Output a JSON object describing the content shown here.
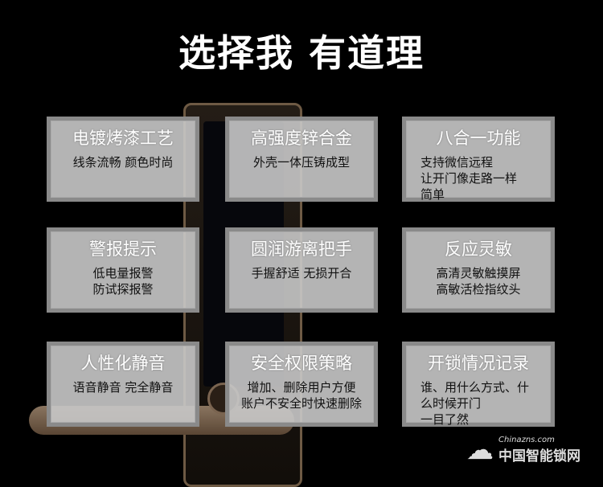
{
  "headline": "选择我 有道理",
  "cards": [
    {
      "title": "电镀烤漆工艺",
      "lines": [
        "线条流畅 颜色时尚"
      ]
    },
    {
      "title": "高强度锌合金",
      "lines": [
        "外壳一体压铸成型"
      ]
    },
    {
      "title": "八合一功能",
      "lines": [
        "支持微信远程",
        "让开门像走路一样",
        "简单"
      ]
    },
    {
      "title": "警报提示",
      "lines": [
        "低电量报警",
        "防试探报警"
      ]
    },
    {
      "title": "圆润游离把手",
      "lines": [
        "手握舒适 无损开合"
      ]
    },
    {
      "title": "反应灵敏",
      "lines": [
        "高清灵敏触摸屏",
        "高敏活检指纹头"
      ]
    },
    {
      "title": "人性化静音",
      "lines": [
        "语音静音  完全静音"
      ]
    },
    {
      "title": "安全权限策略",
      "lines": [
        "增加、删除用户方便",
        "账户不安全时快速删除"
      ]
    },
    {
      "title": "开锁情况记录",
      "lines": [
        "谁、用什么方式、什",
        "么时候开门",
        "一目了然"
      ]
    }
  ],
  "watermark": {
    "en": "Chinazns.com",
    "cn": "中国智能锁网",
    "icon": "cloud-icon"
  }
}
